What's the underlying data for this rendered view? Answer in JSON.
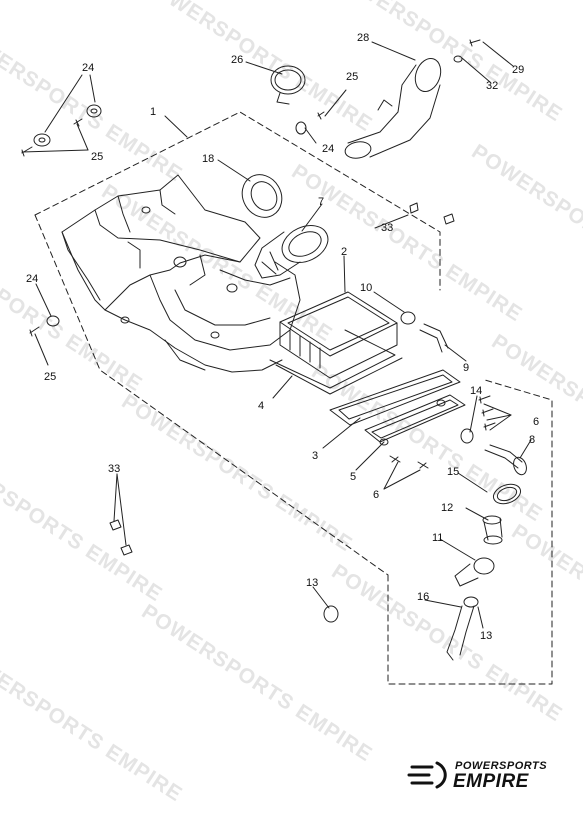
{
  "watermark_text": "POWERSPORTS EMPIRE",
  "brand": {
    "top": "POWERSPORTS",
    "bottom": "EMPIRE"
  },
  "callouts": {
    "c1": "1",
    "c2": "2",
    "c3": "3",
    "c4": "4",
    "c5": "5",
    "c6a": "6",
    "c6b": "6",
    "c7": "7",
    "c8": "8",
    "c9": "9",
    "c10": "10",
    "c11": "11",
    "c12": "12",
    "c13a": "13",
    "c13b": "13",
    "c14": "14",
    "c15": "15",
    "c16": "16",
    "c18": "18",
    "c24a": "24",
    "c24b": "24",
    "c24c": "24",
    "c25a": "25",
    "c25b": "25",
    "c25c": "25",
    "c26": "26",
    "c28": "28",
    "c29": "29",
    "c32": "32",
    "c33a": "33",
    "c33b": "33"
  },
  "colors": {
    "line": "#222222",
    "watermark": "#e4e4e4",
    "background": "#ffffff"
  }
}
